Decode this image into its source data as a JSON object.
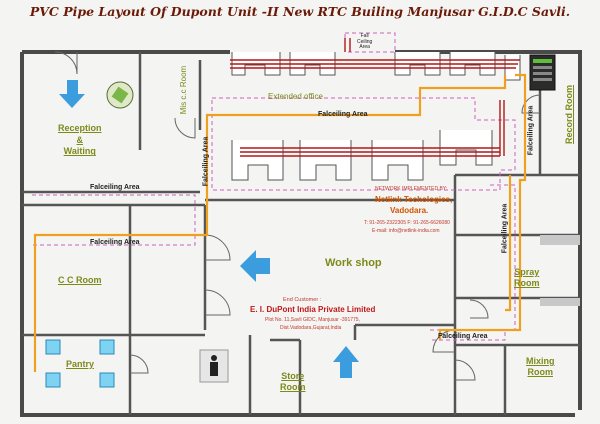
{
  "title": "PVC Pipe Layout Of Dupont Unit -II New RTC Builing Manjusar G.I.D.C Savli.",
  "rooms": {
    "reception": "Reception\n&\nWaiting",
    "mis_cc": "Mis c.c Room",
    "extended_office": "Extended office",
    "record": "Record Room",
    "workshop": "Work shop",
    "cc_room": "C C Room",
    "pantry": "Pantry",
    "store": "Store\nRoom",
    "spray": "Spray\nRoom",
    "mixing": "Mixing\nRoom",
    "fall_ceiling": "Fall\nCeiling\nArea"
  },
  "falseceiling_label": "Falceiling Area",
  "network": {
    "heading": "NETWORK IMPLEMENTED BY:",
    "company": "Netlink Techologies,",
    "city": "Vadodara.",
    "phone": "T: 91-265-2322305  F: 91-265-6626080",
    "email": "E-mail: info@netlink-india.com"
  },
  "customer": {
    "heading": "End Customer :",
    "name": "E. I. DuPont India Private Limited",
    "address1": "Plot No. 11,Savli GIDC, Manjusar -391775,",
    "address2": "Dist.Vadodara,Gujarat,India"
  },
  "colors": {
    "wall": "#4a4a4a",
    "pipe_orange": "#f0a020",
    "pipe_red": "#b01818",
    "false_ceiling": "#d060c0",
    "room_label": "#7d8a1a",
    "title": "#6a1a08"
  }
}
